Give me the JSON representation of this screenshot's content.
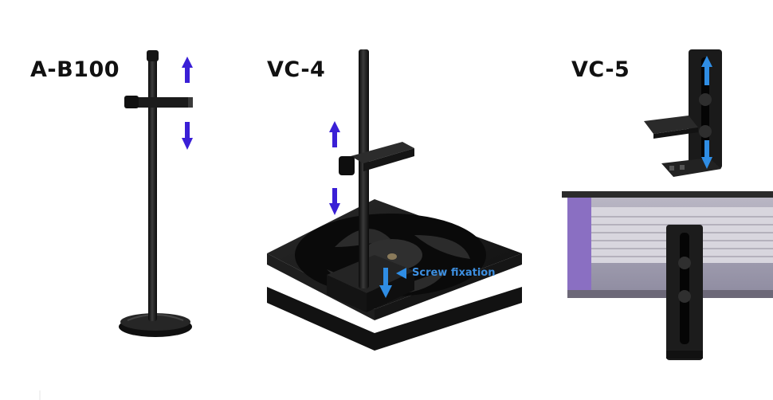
{
  "labels": {
    "a_b100": "A-B100",
    "vc4": "VC-4",
    "vc5": "VC-5"
  },
  "annotations": {
    "screw_fixation": "Screw fixation"
  },
  "colors": {
    "arrow_purple": "#3a1fd6",
    "arrow_blue": "#2f8de4",
    "product_black": "#1a1a1a",
    "gpu_purple": "#8a6fc2"
  },
  "icons": {
    "up_arrow": "arrow-up-icon",
    "down_arrow": "arrow-down-icon"
  }
}
